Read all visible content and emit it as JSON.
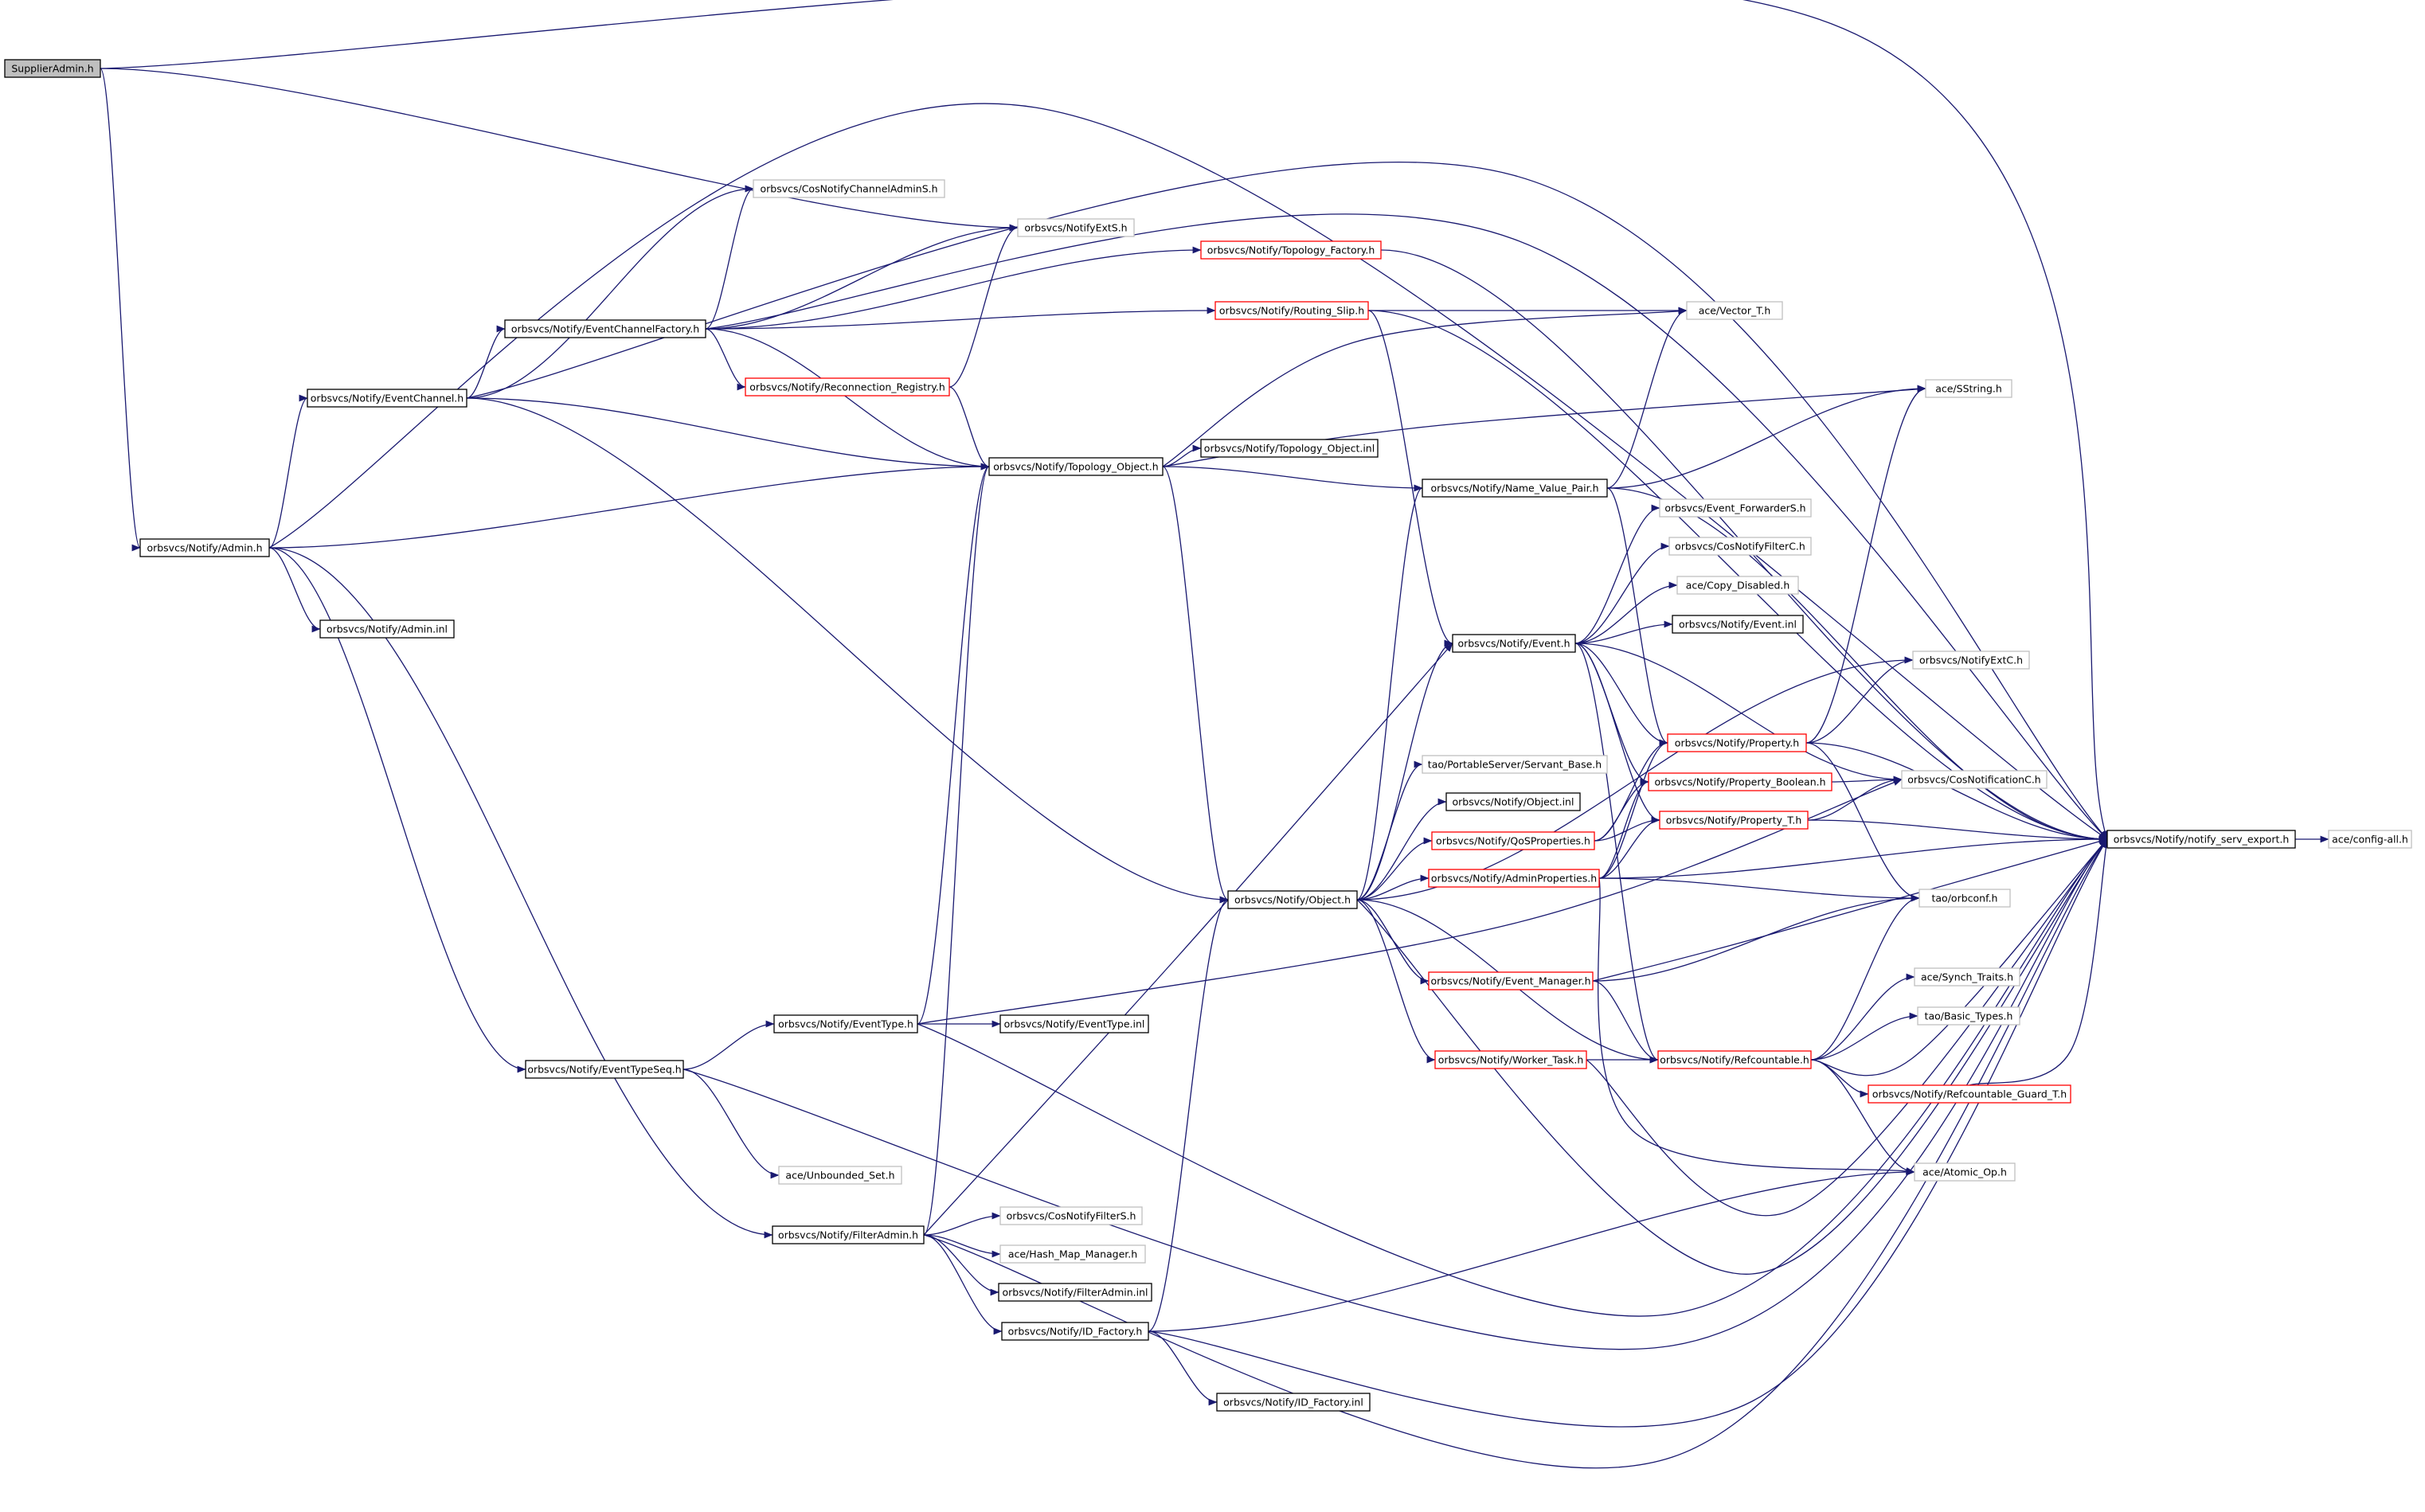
{
  "diagram": {
    "type": "include-dependency-graph",
    "colors": {
      "edge": "#191970",
      "root_fill": "#bfbfbf",
      "node_border_normal": "#000000",
      "node_border_truncated": "#ff0000",
      "node_border_leaf": "#bfbfbf"
    },
    "nodes": [
      {
        "id": "supplier_admin",
        "label": "SupplierAdmin.h",
        "kind": "root"
      },
      {
        "id": "admin",
        "label": "orbsvcs/Notify/Admin.h",
        "kind": "normal"
      },
      {
        "id": "event_channel",
        "label": "orbsvcs/Notify/EventChannel.h",
        "kind": "normal"
      },
      {
        "id": "ec_factory",
        "label": "orbsvcs/Notify/EventChannelFactory.h",
        "kind": "normal"
      },
      {
        "id": "cos_chan_admin_s",
        "label": "orbsvcs/CosNotifyChannelAdminS.h",
        "kind": "leaf"
      },
      {
        "id": "notify_ext_s",
        "label": "orbsvcs/NotifyExtS.h",
        "kind": "leaf"
      },
      {
        "id": "topology_factory",
        "label": "orbsvcs/Notify/Topology_Factory.h",
        "kind": "truncated"
      },
      {
        "id": "routing_slip",
        "label": "orbsvcs/Notify/Routing_Slip.h",
        "kind": "truncated"
      },
      {
        "id": "reconnection_registry",
        "label": "orbsvcs/Notify/Reconnection_Registry.h",
        "kind": "truncated"
      },
      {
        "id": "topology_object",
        "label": "orbsvcs/Notify/Topology_Object.h",
        "kind": "normal"
      },
      {
        "id": "topology_object_inl",
        "label": "orbsvcs/Notify/Topology_Object.inl",
        "kind": "normal"
      },
      {
        "id": "vector_t",
        "label": "ace/Vector_T.h",
        "kind": "leaf"
      },
      {
        "id": "sstring",
        "label": "ace/SString.h",
        "kind": "leaf"
      },
      {
        "id": "name_value_pair",
        "label": "orbsvcs/Notify/Name_Value_Pair.h",
        "kind": "normal"
      },
      {
        "id": "event_forwarder_s",
        "label": "orbsvcs/Event_ForwarderS.h",
        "kind": "leaf"
      },
      {
        "id": "cos_notify_filter_c",
        "label": "orbsvcs/CosNotifyFilterC.h",
        "kind": "leaf"
      },
      {
        "id": "copy_disabled",
        "label": "ace/Copy_Disabled.h",
        "kind": "leaf"
      },
      {
        "id": "event",
        "label": "orbsvcs/Notify/Event.h",
        "kind": "normal"
      },
      {
        "id": "event_inl",
        "label": "orbsvcs/Notify/Event.inl",
        "kind": "normal"
      },
      {
        "id": "notify_ext_c",
        "label": "orbsvcs/NotifyExtC.h",
        "kind": "leaf"
      },
      {
        "id": "admin_inl",
        "label": "orbsvcs/Notify/Admin.inl",
        "kind": "normal"
      },
      {
        "id": "servant_base",
        "label": "tao/PortableServer/Servant_Base.h",
        "kind": "leaf"
      },
      {
        "id": "property",
        "label": "orbsvcs/Notify/Property.h",
        "kind": "truncated"
      },
      {
        "id": "property_boolean",
        "label": "orbsvcs/Notify/Property_Boolean.h",
        "kind": "truncated"
      },
      {
        "id": "cos_notification_c",
        "label": "orbsvcs/CosNotificationC.h",
        "kind": "leaf"
      },
      {
        "id": "object_inl",
        "label": "orbsvcs/Notify/Object.inl",
        "kind": "normal"
      },
      {
        "id": "qos_properties",
        "label": "orbsvcs/Notify/QoSProperties.h",
        "kind": "truncated"
      },
      {
        "id": "property_t",
        "label": "orbsvcs/Notify/Property_T.h",
        "kind": "truncated"
      },
      {
        "id": "notify_serv_export",
        "label": "orbsvcs/Notify/notify_serv_export.h",
        "kind": "normal"
      },
      {
        "id": "config_all",
        "label": "ace/config-all.h",
        "kind": "leaf"
      },
      {
        "id": "object",
        "label": "orbsvcs/Notify/Object.h",
        "kind": "normal"
      },
      {
        "id": "admin_properties",
        "label": "orbsvcs/Notify/AdminProperties.h",
        "kind": "truncated"
      },
      {
        "id": "orbconf",
        "label": "tao/orbconf.h",
        "kind": "leaf"
      },
      {
        "id": "event_manager",
        "label": "orbsvcs/Notify/Event_Manager.h",
        "kind": "truncated"
      },
      {
        "id": "synch_traits",
        "label": "ace/Synch_Traits.h",
        "kind": "leaf"
      },
      {
        "id": "basic_types",
        "label": "tao/Basic_Types.h",
        "kind": "leaf"
      },
      {
        "id": "event_type",
        "label": "orbsvcs/Notify/EventType.h",
        "kind": "normal"
      },
      {
        "id": "event_type_inl",
        "label": "orbsvcs/Notify/EventType.inl",
        "kind": "normal"
      },
      {
        "id": "event_type_seq",
        "label": "orbsvcs/Notify/EventTypeSeq.h",
        "kind": "normal"
      },
      {
        "id": "worker_task",
        "label": "orbsvcs/Notify/Worker_Task.h",
        "kind": "truncated"
      },
      {
        "id": "refcountable",
        "label": "orbsvcs/Notify/Refcountable.h",
        "kind": "truncated"
      },
      {
        "id": "refcountable_guard_t",
        "label": "orbsvcs/Notify/Refcountable_Guard_T.h",
        "kind": "truncated"
      },
      {
        "id": "unbounded_set",
        "label": "ace/Unbounded_Set.h",
        "kind": "leaf"
      },
      {
        "id": "atomic_op",
        "label": "ace/Atomic_Op.h",
        "kind": "leaf"
      },
      {
        "id": "cos_notify_filter_s",
        "label": "orbsvcs/CosNotifyFilterS.h",
        "kind": "leaf"
      },
      {
        "id": "filter_admin",
        "label": "orbsvcs/Notify/FilterAdmin.h",
        "kind": "normal"
      },
      {
        "id": "hash_map_manager",
        "label": "ace/Hash_Map_Manager.h",
        "kind": "leaf"
      },
      {
        "id": "filter_admin_inl",
        "label": "orbsvcs/Notify/FilterAdmin.inl",
        "kind": "normal"
      },
      {
        "id": "id_factory",
        "label": "orbsvcs/Notify/ID_Factory.h",
        "kind": "normal"
      },
      {
        "id": "id_factory_inl",
        "label": "orbsvcs/Notify/ID_Factory.inl",
        "kind": "normal"
      }
    ],
    "edges": [
      [
        "supplier_admin",
        "notify_ext_s"
      ],
      [
        "supplier_admin",
        "notify_serv_export"
      ],
      [
        "supplier_admin",
        "admin"
      ],
      [
        "admin",
        "event_channel"
      ],
      [
        "admin",
        "topology_object"
      ],
      [
        "admin",
        "admin_inl"
      ],
      [
        "admin",
        "event_type_seq"
      ],
      [
        "admin",
        "filter_admin"
      ],
      [
        "admin",
        "notify_serv_export"
      ],
      [
        "event_channel",
        "ec_factory"
      ],
      [
        "event_channel",
        "cos_chan_admin_s"
      ],
      [
        "event_channel",
        "topology_object"
      ],
      [
        "event_channel",
        "object"
      ],
      [
        "event_channel",
        "notify_serv_export"
      ],
      [
        "ec_factory",
        "cos_chan_admin_s"
      ],
      [
        "ec_factory",
        "notify_ext_s"
      ],
      [
        "ec_factory",
        "topology_factory"
      ],
      [
        "ec_factory",
        "routing_slip"
      ],
      [
        "ec_factory",
        "reconnection_registry"
      ],
      [
        "ec_factory",
        "topology_object"
      ],
      [
        "ec_factory",
        "notify_serv_export"
      ],
      [
        "reconnection_registry",
        "notify_ext_s"
      ],
      [
        "reconnection_registry",
        "topology_object"
      ],
      [
        "topology_factory",
        "notify_serv_export"
      ],
      [
        "routing_slip",
        "vector_t"
      ],
      [
        "routing_slip",
        "event"
      ],
      [
        "routing_slip",
        "notify_serv_export"
      ],
      [
        "topology_object",
        "topology_object_inl"
      ],
      [
        "topology_object",
        "vector_t"
      ],
      [
        "topology_object",
        "sstring"
      ],
      [
        "topology_object",
        "name_value_pair"
      ],
      [
        "topology_object",
        "object"
      ],
      [
        "name_value_pair",
        "vector_t"
      ],
      [
        "name_value_pair",
        "sstring"
      ],
      [
        "name_value_pair",
        "property"
      ],
      [
        "name_value_pair",
        "notify_serv_export"
      ],
      [
        "event",
        "event_forwarder_s"
      ],
      [
        "event",
        "cos_notify_filter_c"
      ],
      [
        "event",
        "copy_disabled"
      ],
      [
        "event",
        "event_inl"
      ],
      [
        "event",
        "property"
      ],
      [
        "event",
        "property_boolean"
      ],
      [
        "event",
        "property_t"
      ],
      [
        "event",
        "cos_notification_c"
      ],
      [
        "event",
        "refcountable"
      ],
      [
        "object",
        "servant_base"
      ],
      [
        "object",
        "object_inl"
      ],
      [
        "object",
        "qos_properties"
      ],
      [
        "object",
        "admin_properties"
      ],
      [
        "object",
        "event_manager"
      ],
      [
        "object",
        "worker_task"
      ],
      [
        "object",
        "refcountable"
      ],
      [
        "object",
        "name_value_pair"
      ],
      [
        "object",
        "event"
      ],
      [
        "object",
        "notify_ext_c"
      ],
      [
        "object",
        "notify_serv_export"
      ],
      [
        "qos_properties",
        "property"
      ],
      [
        "qos_properties",
        "property_boolean"
      ],
      [
        "qos_properties",
        "property_t"
      ],
      [
        "admin_properties",
        "property"
      ],
      [
        "admin_properties",
        "property_boolean"
      ],
      [
        "admin_properties",
        "property_t"
      ],
      [
        "admin_properties",
        "orbconf"
      ],
      [
        "admin_properties",
        "atomic_op"
      ],
      [
        "admin_properties",
        "notify_serv_export"
      ],
      [
        "property",
        "notify_ext_c"
      ],
      [
        "property",
        "sstring"
      ],
      [
        "property",
        "orbconf"
      ],
      [
        "property",
        "notify_serv_export"
      ],
      [
        "property_boolean",
        "cos_notification_c"
      ],
      [
        "property_t",
        "cos_notification_c"
      ],
      [
        "property_t",
        "notify_serv_export"
      ],
      [
        "notify_serv_export",
        "config_all"
      ],
      [
        "event_manager",
        "refcountable"
      ],
      [
        "event_manager",
        "orbconf"
      ],
      [
        "event_manager",
        "notify_serv_export"
      ],
      [
        "worker_task",
        "refcountable"
      ],
      [
        "worker_task",
        "notify_serv_export"
      ],
      [
        "refcountable",
        "orbconf"
      ],
      [
        "refcountable",
        "synch_traits"
      ],
      [
        "refcountable",
        "basic_types"
      ],
      [
        "refcountable",
        "refcountable_guard_t"
      ],
      [
        "refcountable",
        "atomic_op"
      ],
      [
        "refcountable",
        "notify_serv_export"
      ],
      [
        "refcountable_guard_t",
        "notify_serv_export"
      ],
      [
        "event_type_seq",
        "event_type"
      ],
      [
        "event_type_seq",
        "unbounded_set"
      ],
      [
        "event_type_seq",
        "notify_serv_export"
      ],
      [
        "event_type",
        "event_type_inl"
      ],
      [
        "event_type",
        "topology_object"
      ],
      [
        "event_type",
        "cos_notification_c"
      ],
      [
        "event_type",
        "notify_serv_export"
      ],
      [
        "filter_admin",
        "cos_notify_filter_s"
      ],
      [
        "filter_admin",
        "hash_map_manager"
      ],
      [
        "filter_admin",
        "filter_admin_inl"
      ],
      [
        "filter_admin",
        "id_factory"
      ],
      [
        "filter_admin",
        "topology_object"
      ],
      [
        "filter_admin",
        "event"
      ],
      [
        "filter_admin",
        "notify_serv_export"
      ],
      [
        "id_factory",
        "id_factory_inl"
      ],
      [
        "id_factory",
        "object"
      ],
      [
        "id_factory",
        "atomic_op"
      ],
      [
        "id_factory",
        "notify_serv_export"
      ]
    ]
  }
}
